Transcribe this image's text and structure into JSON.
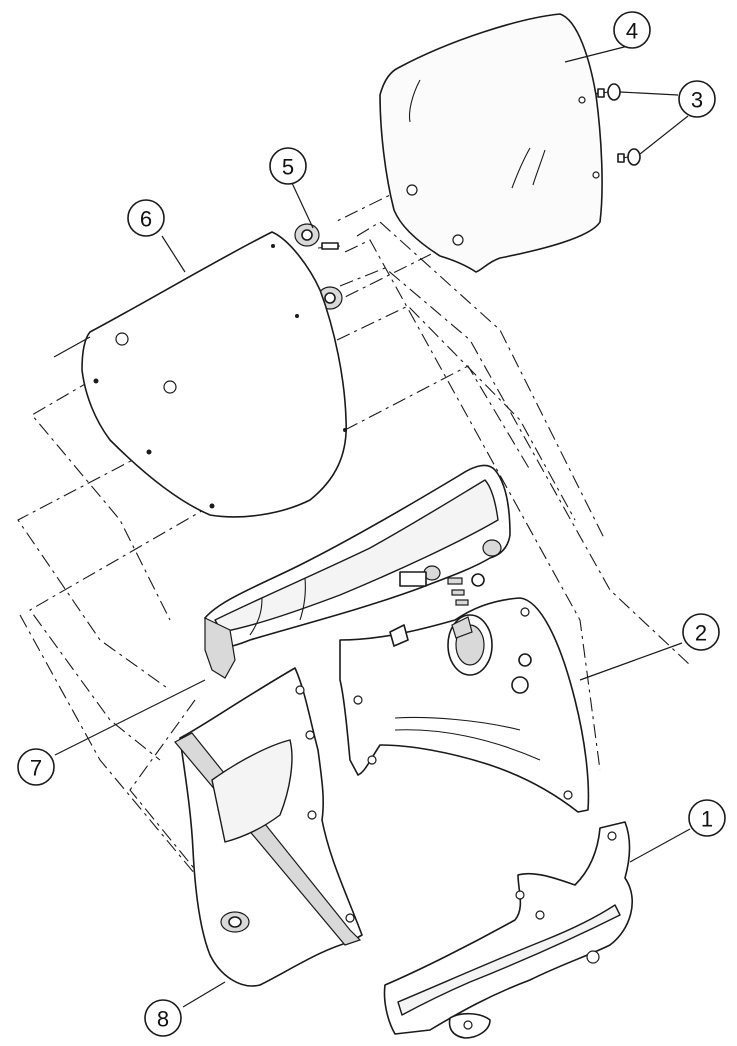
{
  "diagram": {
    "type": "exploded-parts-view",
    "callouts": [
      {
        "id": "1",
        "label": "1"
      },
      {
        "id": "2",
        "label": "2"
      },
      {
        "id": "3",
        "label": "3"
      },
      {
        "id": "4",
        "label": "4"
      },
      {
        "id": "5",
        "label": "5"
      },
      {
        "id": "6",
        "label": "6"
      },
      {
        "id": "7",
        "label": "7"
      },
      {
        "id": "8",
        "label": "8"
      }
    ]
  }
}
